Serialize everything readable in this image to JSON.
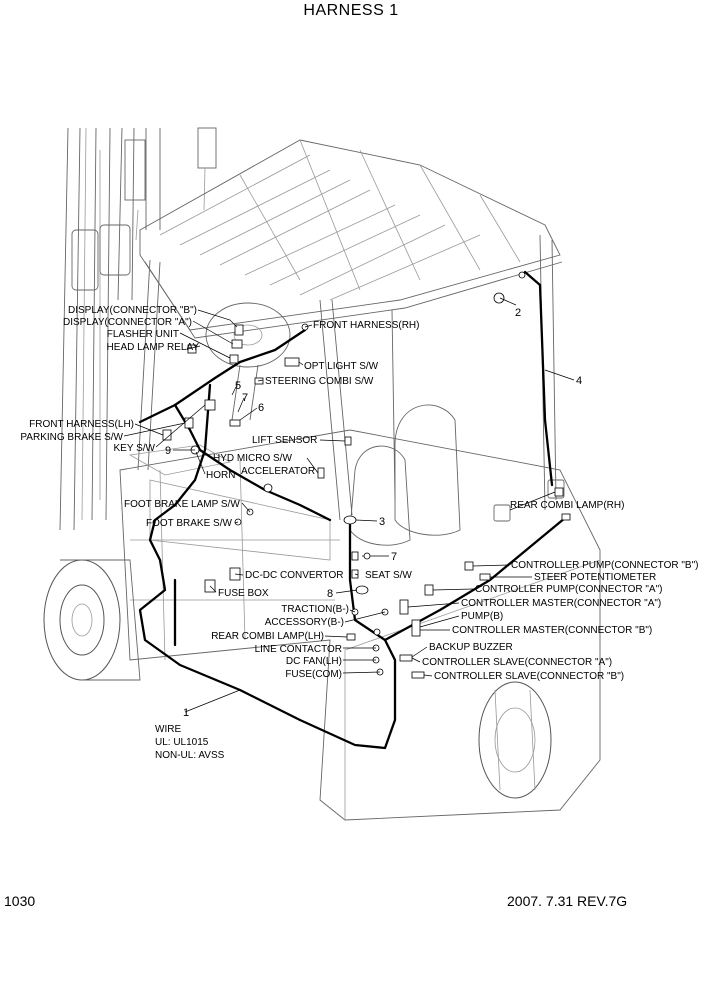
{
  "title": "HARNESS 1",
  "footer": {
    "page_number": "1030",
    "revision": "2007. 7.31 REV.7G"
  },
  "wire_spec": {
    "name": "WIRE",
    "ul": "UL: UL1015",
    "non_ul": "NON-UL: AVSS"
  },
  "callouts": [
    "1",
    "2",
    "3",
    "4",
    "5",
    "6",
    "7",
    "7",
    "8",
    "9"
  ],
  "labels": {
    "display_b": "DISPLAY(CONNECTOR \"B\")",
    "display_a": "DISPLAY(CONNECTOR \"A\")",
    "flasher_unit": "FLASHER UNIT",
    "head_lamp_relay": "HEAD LAMP RELAY",
    "front_harness_rh": "FRONT HARNESS(RH)",
    "opt_light_sw": "OPT LIGHT S/W",
    "steering_combi_sw": "STEERING COMBI S/W",
    "front_harness_lh": "FRONT HARNESS(LH)",
    "parking_brake_sw": "PARKING BRAKE S/W",
    "key_sw": "KEY S/W",
    "lift_sensor": "LIFT SENSOR",
    "hyd_micro_sw": "HYD MICRO S/W",
    "horn": "HORN",
    "accelerator": "ACCELERATOR",
    "foot_brake_lamp_sw": "FOOT BRAKE LAMP S/W",
    "foot_brake_sw": "FOOT BRAKE S/W",
    "rear_combi_lamp_rh": "REAR COMBI LAMP(RH)",
    "controller_pump_b": "CONTROLLER PUMP(CONNECTOR \"B\")",
    "steer_potentiometer": "STEER POTENTIOMETER",
    "controller_pump_a": "CONTROLLER PUMP(CONNECTOR \"A\")",
    "controller_master_a": "CONTROLLER MASTER(CONNECTOR \"A\")",
    "pump_b": "PUMP(B)",
    "controller_master_b": "CONTROLLER MASTER(CONNECTOR \"B\")",
    "backup_buzzer": "BACKUP BUZZER",
    "controller_slave_a": "CONTROLLER SLAVE(CONNECTOR \"A\")",
    "controller_slave_b": "CONTROLLER SLAVE(CONNECTOR  \"B\")",
    "dc_dc_convertor": "DC-DC CONVERTOR",
    "seat_sw": "SEAT S/W",
    "fuse_box": "FUSE BOX",
    "traction_b": "TRACTION(B-)",
    "accessory_b": "ACCESSORY(B-)",
    "rear_combi_lamp_lh": "REAR COMBI LAMP(LH)",
    "line_contactor": "LINE CONTACTOR",
    "dc_fan_lh": "DC FAN(LH)",
    "fuse_com": "FUSE(COM)"
  }
}
